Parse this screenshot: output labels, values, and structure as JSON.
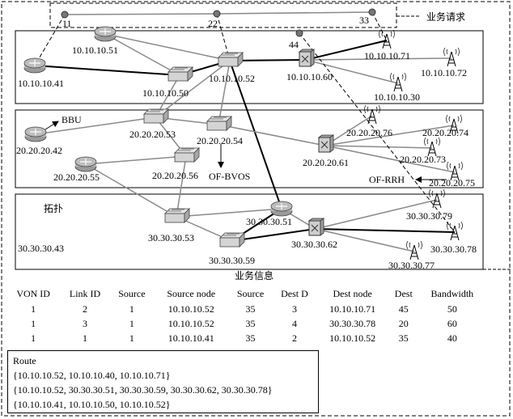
{
  "request_label": "业务请求",
  "info_label": "业务信息",
  "topo_label": "拓扑",
  "bbu_label": "BBU",
  "ofbvos_label": "OF-BVOS",
  "ofrrh_label": "OF-RRH",
  "request_nodes": [
    {
      "id": "n11",
      "label": "11"
    },
    {
      "id": "n22",
      "label": "22"
    },
    {
      "id": "n33",
      "label": "33"
    },
    {
      "id": "n44",
      "label": "44"
    }
  ],
  "nodes": [
    {
      "id": "10.10.10.41",
      "type": "router",
      "label": "10.10.10.41"
    },
    {
      "id": "10.10.10.51",
      "type": "router",
      "label": "10.10.10.51"
    },
    {
      "id": "10.10.10.50",
      "type": "switch",
      "label": "10.10.10.50"
    },
    {
      "id": "10.10.10.52",
      "type": "switch",
      "label": "10.10.10.52"
    },
    {
      "id": "10.10.10.60",
      "type": "optical",
      "label": "10.10.10.60"
    },
    {
      "id": "10.10.10.71",
      "type": "antenna",
      "label": "10.10.10.71"
    },
    {
      "id": "10.10.10.72",
      "type": "antenna",
      "label": "10.10.10.72"
    },
    {
      "id": "10.10.10.30",
      "type": "antenna",
      "label": "10.10.10.30"
    },
    {
      "id": "20.20.20.42",
      "type": "router",
      "label": "20.20.20.42"
    },
    {
      "id": "20.20.20.53",
      "type": "switch",
      "label": "20.20.20.53"
    },
    {
      "id": "20.20.20.54",
      "type": "switch",
      "label": "20.20.20.54"
    },
    {
      "id": "20.20.20.55",
      "type": "router",
      "label": "20.20.20.55"
    },
    {
      "id": "20.20.20.56",
      "type": "switch",
      "label": "20.20.20.56"
    },
    {
      "id": "20.20.20.61",
      "type": "optical",
      "label": "20.20.20.61"
    },
    {
      "id": "20.20.20.76",
      "type": "antenna",
      "label": "20.20.20.76"
    },
    {
      "id": "20.20.20.74",
      "type": "antenna",
      "label": "20.20.20.74"
    },
    {
      "id": "20.20.20.73",
      "type": "antenna",
      "label": "20.20.20.73"
    },
    {
      "id": "20.20.20.75",
      "type": "antenna",
      "label": "20.20.20.75"
    },
    {
      "id": "30.30.30.43",
      "type": "none",
      "label": "30.30.30.43"
    },
    {
      "id": "30.30.30.53",
      "type": "switch",
      "label": "30.30.30.53"
    },
    {
      "id": "30.30.30.51",
      "type": "router",
      "label": "30.30.30.51"
    },
    {
      "id": "30.30.30.59",
      "type": "switch",
      "label": "30.30.30.59"
    },
    {
      "id": "30.30.30.62",
      "type": "optical",
      "label": "30.30.30.62"
    },
    {
      "id": "30.30.30.79",
      "type": "antenna",
      "label": "30.30.30.79"
    },
    {
      "id": "30.30.30.78",
      "type": "antenna",
      "label": "30.30.30.78"
    },
    {
      "id": "30.30.30.77",
      "type": "antenna",
      "label": "30.30.30.77"
    }
  ],
  "links": [
    {
      "from": "10.10.10.51",
      "to": "10.10.10.52",
      "style": "gray"
    },
    {
      "from": "10.10.10.51",
      "to": "10.10.10.50",
      "style": "gray"
    },
    {
      "from": "10.10.10.41",
      "to": "10.10.10.50",
      "style": "bold"
    },
    {
      "from": "10.10.10.50",
      "to": "10.10.10.52",
      "style": "bold"
    },
    {
      "from": "10.10.10.52",
      "to": "10.10.10.60",
      "style": "bold"
    },
    {
      "from": "10.10.10.60",
      "to": "10.10.10.71",
      "style": "bold"
    },
    {
      "from": "10.10.10.60",
      "to": "10.10.10.72",
      "style": "gray"
    },
    {
      "from": "10.10.10.60",
      "to": "10.10.10.30",
      "style": "gray"
    },
    {
      "from": "10.10.10.50",
      "to": "20.20.20.53",
      "style": "gray"
    },
    {
      "from": "10.10.10.52",
      "to": "20.20.20.53",
      "style": "gray"
    },
    {
      "from": "10.10.10.52",
      "to": "20.20.20.54",
      "style": "gray"
    },
    {
      "from": "10.10.10.52",
      "to": "30.30.30.51",
      "style": "bold"
    },
    {
      "from": "20.20.20.42",
      "to": "20.20.20.53",
      "style": "gray"
    },
    {
      "from": "20.20.20.53",
      "to": "20.20.20.54",
      "style": "gray"
    },
    {
      "from": "20.20.20.53",
      "to": "20.20.20.56",
      "style": "gray"
    },
    {
      "from": "20.20.20.54",
      "to": "20.20.20.61",
      "style": "gray"
    },
    {
      "from": "20.20.20.55",
      "to": "20.20.20.56",
      "style": "gray"
    },
    {
      "from": "20.20.20.55",
      "to": "30.30.30.53",
      "style": "gray"
    },
    {
      "from": "20.20.20.56",
      "to": "30.30.30.53",
      "style": "gray"
    },
    {
      "from": "20.20.20.61",
      "to": "20.20.20.76",
      "style": "gray"
    },
    {
      "from": "20.20.20.61",
      "to": "20.20.20.74",
      "style": "gray"
    },
    {
      "from": "20.20.20.61",
      "to": "20.20.20.73",
      "style": "gray"
    },
    {
      "from": "20.20.20.61",
      "to": "20.20.20.75",
      "style": "gray"
    },
    {
      "from": "30.30.30.53",
      "to": "30.30.30.51",
      "style": "gray"
    },
    {
      "from": "30.30.30.53",
      "to": "30.30.30.59",
      "style": "gray"
    },
    {
      "from": "30.30.30.51",
      "to": "30.30.30.59",
      "style": "bold"
    },
    {
      "from": "30.30.30.59",
      "to": "30.30.30.62",
      "style": "bold"
    },
    {
      "from": "30.30.30.62",
      "to": "30.30.30.78",
      "style": "bold"
    },
    {
      "from": "30.30.30.62",
      "to": "30.30.30.79",
      "style": "gray"
    },
    {
      "from": "30.30.30.62",
      "to": "30.30.30.77",
      "style": "gray"
    },
    {
      "from": "30.30.30.51",
      "to": "30.30.30.62",
      "style": "gray"
    }
  ],
  "request_links": [
    {
      "from": "n11",
      "to": "n22"
    },
    {
      "from": "n22",
      "to": "n33"
    }
  ],
  "mapping_links": [
    {
      "from": "n11",
      "to": "10.10.10.41"
    },
    {
      "from": "n22",
      "to": "10.10.10.52"
    },
    {
      "from": "n33",
      "to": "10.10.10.71"
    },
    {
      "from": "n44",
      "to": "30.30.30.78"
    }
  ],
  "table": {
    "headers": [
      "VON ID",
      "Link ID",
      "Source",
      "Source node",
      "Source",
      "Dest D",
      "Dest node",
      "Dest",
      "Bandwidth"
    ],
    "rows": [
      [
        "1",
        "2",
        "1",
        "10.10.10.52",
        "35",
        "3",
        "10.10.10.71",
        "45",
        "50"
      ],
      [
        "1",
        "3",
        "1",
        "10.10.10.52",
        "35",
        "4",
        "30.30.30.78",
        "20",
        "60"
      ],
      [
        "1",
        "1",
        "1",
        "10.10.10.41",
        "35",
        "2",
        "10.10.10.52",
        "35",
        "40"
      ]
    ]
  },
  "route": {
    "title": "Route",
    "lines": [
      "{10.10.10.52, 10.10.10.40, 10.10.10.71}",
      "{10.10.10.52, 30.30.30.51, 30.30.30.59, 30.30.30.62, 30.30.30.78}",
      "{10.10.10.41, 10.10.10.50, 10.10.10.52}"
    ]
  },
  "colors": {
    "gray_link": "#8a8a8a",
    "bold_link": "#000000",
    "node_fill": "#d4d4d4",
    "router_fill": "#bdbdbd"
  }
}
